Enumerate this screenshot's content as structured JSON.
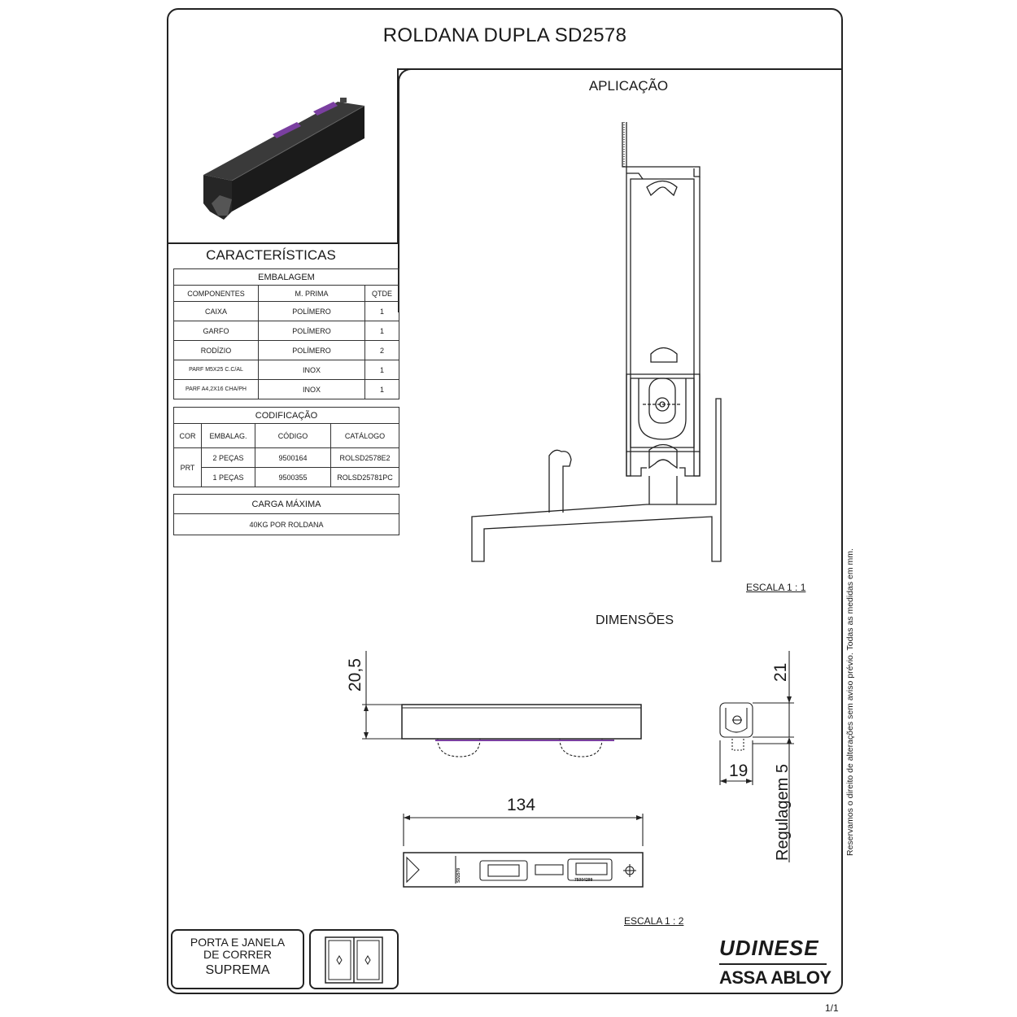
{
  "title": "ROLDANA DUPLA SD2578",
  "sections": {
    "aplicacao": "APLICAÇÃO",
    "caracteristicas": "CARACTERÍSTICAS",
    "dimensoes": "DIMENSÕES"
  },
  "embalagem": {
    "heading": "EMBALAGEM",
    "columns": [
      "COMPONENTES",
      "M. PRIMA",
      "QTDE"
    ],
    "rows": [
      [
        "CAIXA",
        "POLÍMERO",
        "1"
      ],
      [
        "GARFO",
        "POLÍMERO",
        "1"
      ],
      [
        "RODÍZIO",
        "POLÍMERO",
        "2"
      ],
      [
        "PARF M5X25 C.C/AL",
        "INOX",
        "1"
      ],
      [
        "PARF A4,2X16 CHA/PH",
        "INOX",
        "1"
      ]
    ]
  },
  "codificacao": {
    "heading": "CODIFICAÇÃO",
    "columns": [
      "COR",
      "EMBALAG.",
      "CÓDIGO",
      "CATÁLOGO"
    ],
    "cor": "PRT",
    "rows": [
      [
        "2 PEÇAS",
        "9500164",
        "ROLSD2578E2"
      ],
      [
        "1 PEÇAS",
        "9500355",
        "ROLSD25781PC"
      ]
    ]
  },
  "carga": {
    "heading": "CARGA MÁXIMA",
    "value": "40KG POR ROLDANA"
  },
  "escala_aplicacao": "ESCALA 1 : 1",
  "escala_dimensoes": "ESCALA 1 : 2",
  "dimensions": {
    "height_front": "20,5",
    "height_side": "21",
    "width_side": "19",
    "length": "134",
    "regulagem": "Regulagem 5"
  },
  "part_marks": {
    "serial": "75004299",
    "side_mark": "SD2578"
  },
  "side_note": "Reservamos o direito de alterações sem aviso prévio. Todas as medidas em mm.",
  "footer": {
    "product_line_1": "PORTA E JANELA",
    "product_line_2": "DE CORRER",
    "product_line_3": "SUPREMA",
    "brand_1": "UDINESE",
    "brand_2": "ASSA ABLOY",
    "page": "1/1"
  },
  "colors": {
    "line": "#222222",
    "product_black": "#1b1b1b",
    "wheel_accent": "#7a3fa0"
  }
}
